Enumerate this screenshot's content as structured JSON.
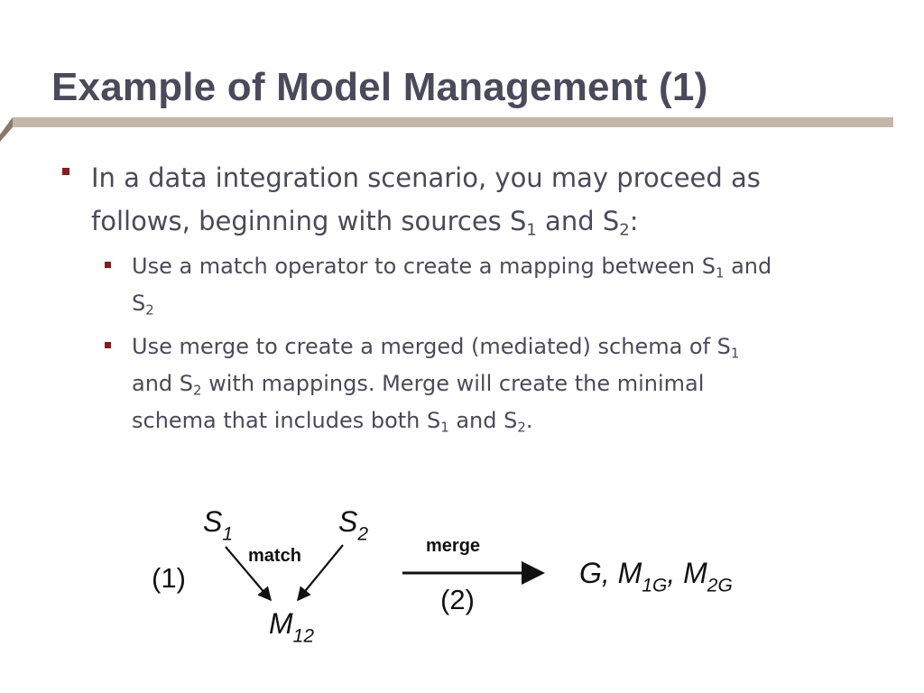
{
  "slide": {
    "title": "Example of Model Management (1)",
    "accent_color": "#8b1a1a",
    "rule_color": "#c4b7aa"
  },
  "bullets": {
    "b1": {
      "t1": "In a data integration scenario, you may proceed as",
      "t2": "follows, beginning with sources S",
      "s1": "1",
      "t3": " and S",
      "s2": "2",
      "t4": ":"
    },
    "b2a": {
      "t1": "Use a match operator to create a mapping between S",
      "s1": "1",
      "t2": " and",
      "t3": "S",
      "s2": "2"
    },
    "b2b": {
      "t1": "Use merge to create a merged (mediated) schema of S",
      "s1": "1",
      "t2": "and S",
      "s2": "2",
      "t3": " with mappings. Merge will create the minimal",
      "t4": "schema that includes both S",
      "s3": "1",
      "t5": " and S",
      "s4": "2",
      "t6": "."
    }
  },
  "diagram": {
    "s1_base": "S",
    "s1_sub": "1",
    "s2_base": "S",
    "s2_sub": "2",
    "match_label": "match",
    "step1_label": "(1)",
    "m12_base": "M",
    "m12_sub": "12",
    "merge_label": "merge",
    "step2_label": "(2)",
    "result_g": "G, ",
    "result_m1_base": "M",
    "result_m1_sub": "1G",
    "result_sep": ", ",
    "result_m2_base": "M",
    "result_m2_sub": "2G"
  }
}
